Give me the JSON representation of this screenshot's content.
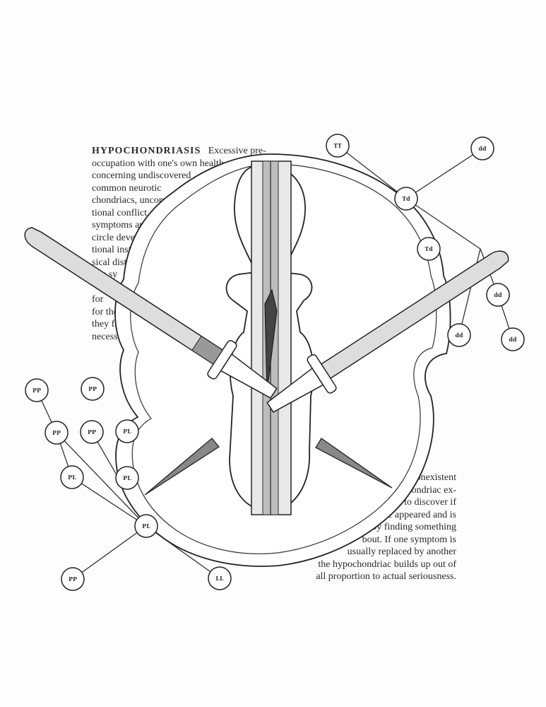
{
  "definition": {
    "headword": "HYPOCHONDRIASIS",
    "top_lines": [
      "Excessive pre-",
      "occupation with one's own health",
      "concerning undiscovered",
      "common neurotic",
      "chondriacs, uncons",
      "tional conflict",
      "symptoms and",
      "circle develo",
      "tional instal",
      "sical disto",
      "atic sy",
      "",
      "for",
      "for the",
      "they fr",
      "necessa"
    ],
    "bottom_lines": [
      "cure nonexistent",
      "hypochondriac ex-",
      "antly to discover if",
      "have appeared and is",
      "by finding something",
      "bout. If one symptom is",
      "usually replaced by another",
      "the hypochondriac builds up out of",
      "all proportion to actual seriousness."
    ]
  },
  "nodes": {
    "top_right": [
      "TT",
      "dd",
      "Td",
      "Td",
      "dd",
      "dd",
      "dd"
    ],
    "left": [
      "PP",
      "PP",
      "PP",
      "PL",
      "PP",
      "PL",
      "PL",
      "PL",
      "PP",
      "LL"
    ]
  }
}
